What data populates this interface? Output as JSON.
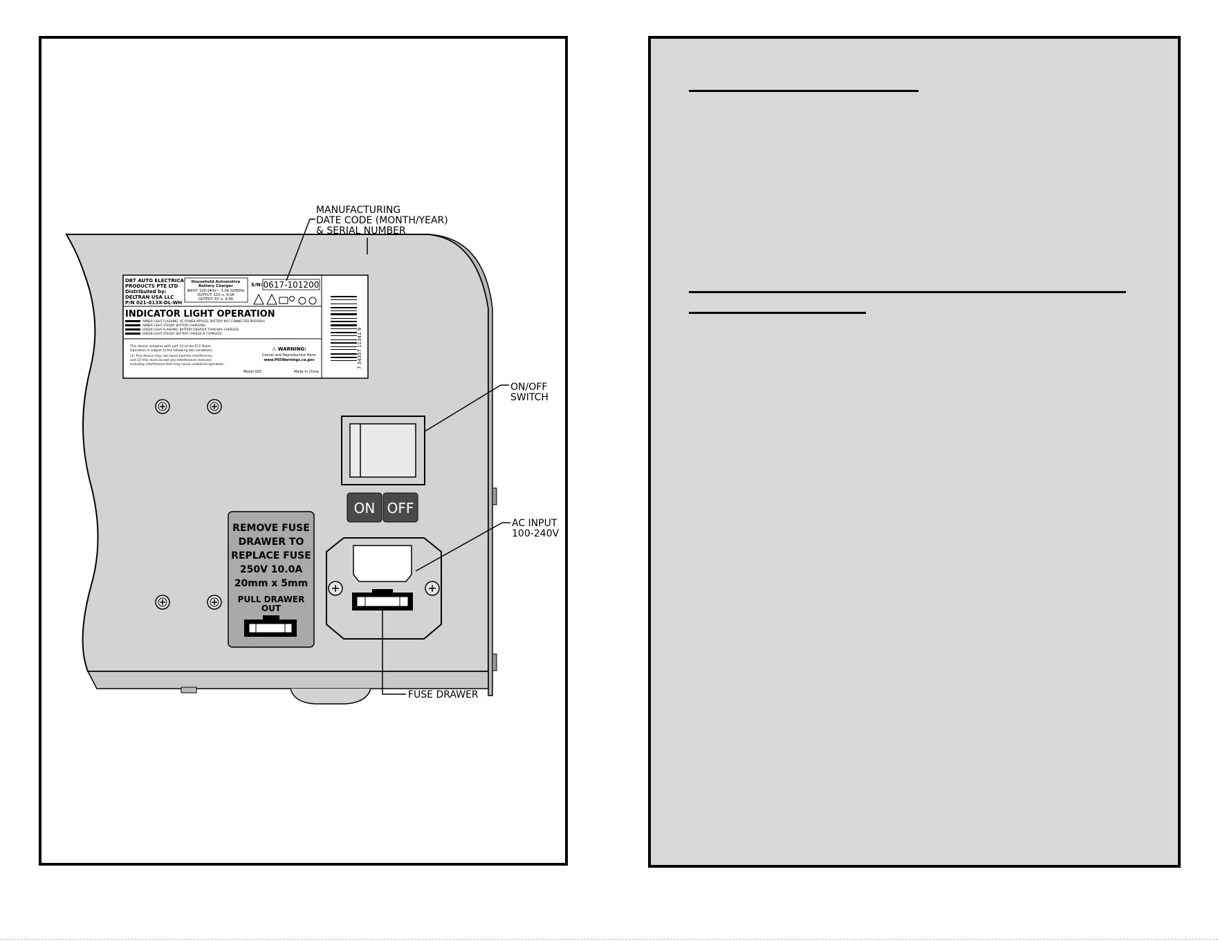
{
  "callouts": {
    "date_code_line1": "MANUFACTURING",
    "date_code_line2": "DATE CODE (MONTH/YEAR)",
    "date_code_line3": "& SERIAL NUMBER",
    "onoff_line1": "ON/OFF",
    "onoff_line2": "SWITCH",
    "ac_line1": "AC INPUT",
    "ac_line2": "100-240V",
    "fuse_drawer": "FUSE DRAWER"
  },
  "label": {
    "company_line1": "DBT AUTO ELECTRICAL",
    "company_line2": "PRODUCTS PTE LTD",
    "company_line3": "Distributed by:",
    "company_line4": "DELTRAN USA LLC",
    "company_line5": "P/N 021-013X-DL-WH",
    "product_line1": "Household Automotive",
    "product_line2": "Battery Charger",
    "input_spec": "INPUT: 100-240V~, 1.0A 50/60Hz",
    "output_spec1": "OUTPUT: 12V ⎓, 4.0A",
    "output_spec2": "OUTPUT: 6V ⎓, 4.0A",
    "sn_label": "S/N:",
    "serial": "0617-101200",
    "heading": "INDICATOR LIGHT OPERATION",
    "light1": "AMBER LIGHT FLASHING: AC POWER APPLIED, BATTERY NOT CONNECTED PROPERLY.",
    "light2": "AMBER LIGHT STEADY: BATTERY CHARGING.",
    "light3": "GREEN LIGHT FLASHING: BATTERY GREATER THAN 80% CHARGED.",
    "light4": "GREEN LIGHT STEADY: BATTERY CHARGE IS COMPLETE.",
    "fcc1": "This device complies with part 15 of the FCC Rules.",
    "fcc2": "Operation is subject to the following two conditions:",
    "fcc3": "(1) This device may not cause harmful interference,",
    "fcc4": "and (2) this must accept any interference received,",
    "fcc5": "including interference that may cause undesired operation.",
    "warning_title": "⚠ WARNING:",
    "warning_line1": "Cancer and Reproductive Harm",
    "warning_line2": "www.P65Warnings.ca.gov",
    "model": "Model 002",
    "made_in": "Made in China",
    "barcode_digits": "7 34357 11341 9"
  },
  "switch": {
    "on_label": "ON",
    "off_label": "OFF"
  },
  "fuse_placard": {
    "line1": "REMOVE FUSE",
    "line2": "DRAWER TO",
    "line3": "REPLACE FUSE",
    "line4": "250V 10.0A",
    "line5": "20mm x 5mm",
    "line6": "PULL DRAWER",
    "line7": "OUT"
  },
  "colors": {
    "panel_grey": "#d8d8d8",
    "device_grey": "#d3d3d3",
    "button_dark": "#4a4a4a"
  }
}
